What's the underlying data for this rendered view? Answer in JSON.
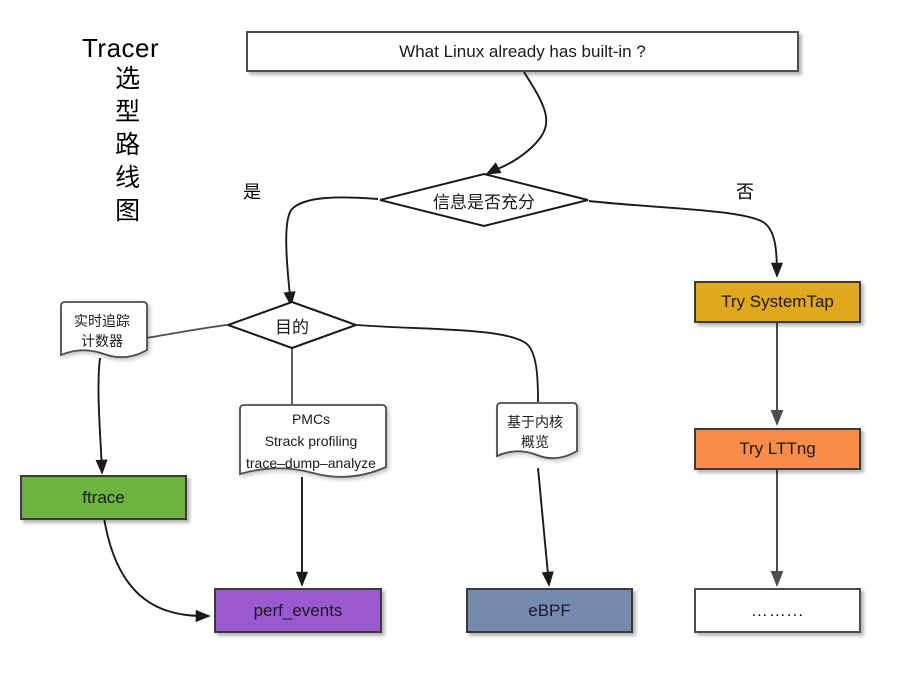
{
  "diagram": {
    "title_main": "Tracer",
    "title_vertical": [
      "选",
      "型",
      "路",
      "线",
      "图"
    ],
    "colors": {
      "green": "#6cb33f",
      "purple": "#9b59d0",
      "slate_blue": "#7689ae",
      "gold": "#e0a81d",
      "orange": "#fb8d48",
      "white": "#ffffff",
      "stroke": "#4d4d4d"
    },
    "nodes": {
      "question": {
        "label": "What Linux already has built-in ?"
      },
      "decision_info": {
        "label": "信息是否充分"
      },
      "decision_purpose": {
        "label": "目的"
      },
      "note_realtime": {
        "lines": [
          "实时追踪",
          "计数器"
        ]
      },
      "note_pmcs": {
        "lines": [
          "PMCs",
          "Strack profiling",
          "trace–dump–analyze"
        ]
      },
      "note_kernel": {
        "lines": [
          "基于内核",
          "概览"
        ]
      },
      "ftrace": {
        "label": "ftrace"
      },
      "perf_events": {
        "label": "perf_events"
      },
      "ebpf": {
        "label": "eBPF"
      },
      "systemtap": {
        "label": "Try SystemTap"
      },
      "lttng": {
        "label": "Try LTTng"
      },
      "ellipsis": {
        "label": "……..."
      }
    },
    "edge_labels": {
      "yes": "是",
      "no": "否"
    }
  }
}
